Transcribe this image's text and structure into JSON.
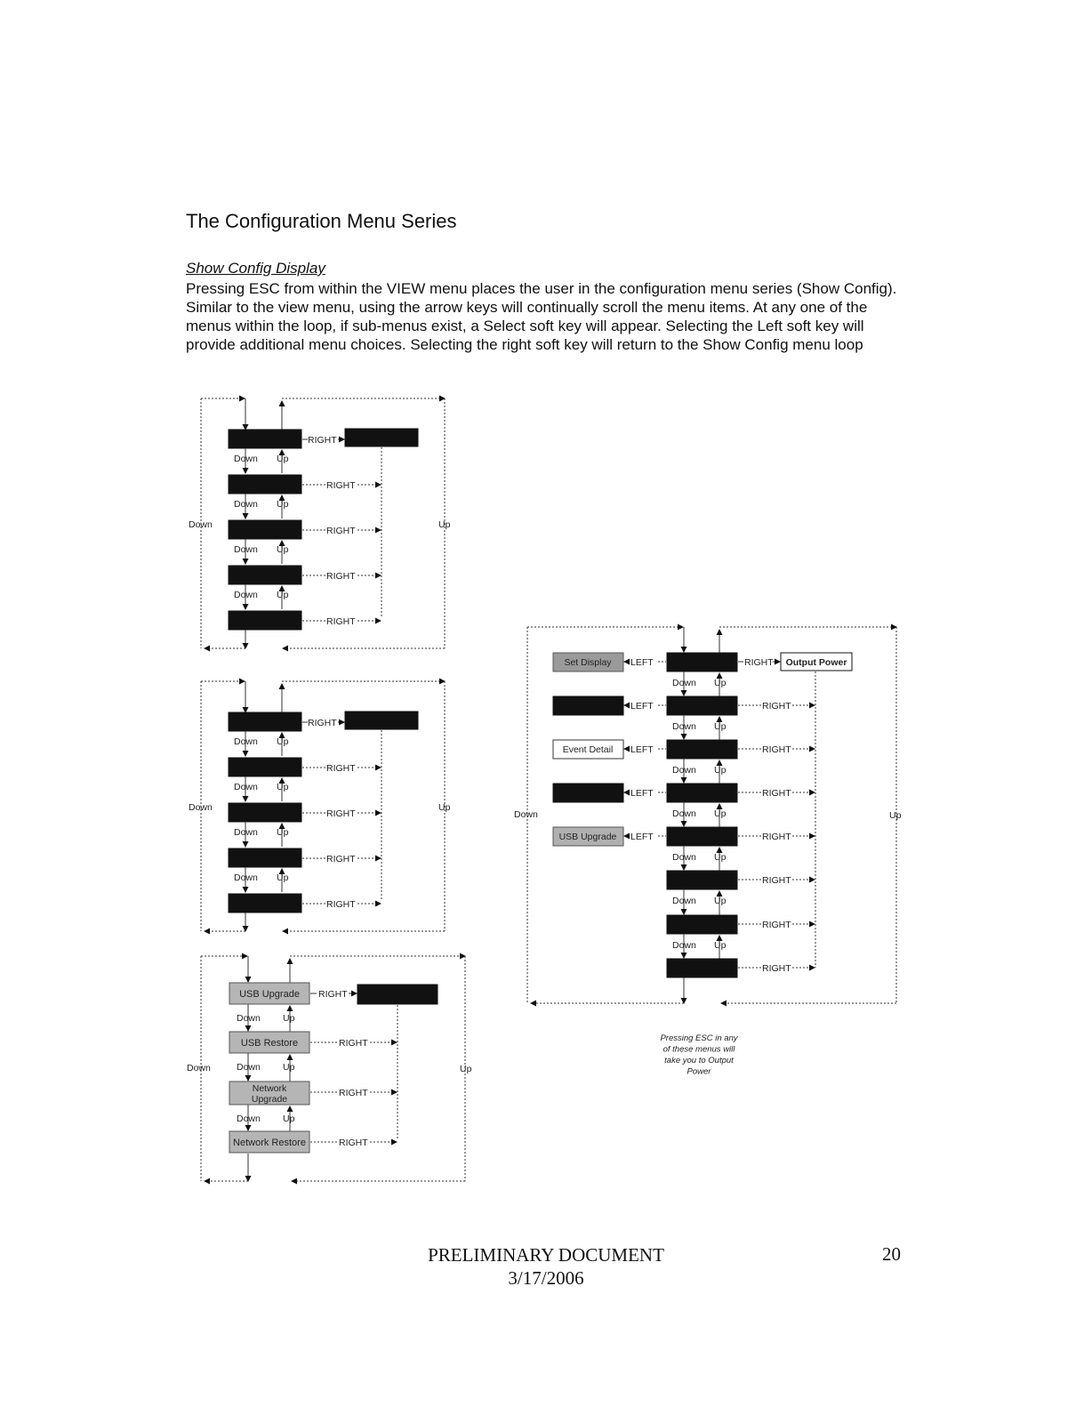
{
  "heading": "The Configuration Menu Series",
  "section": {
    "title": "Show Config Display",
    "body": " Pressing ESC from within the VIEW menu places the user in the configuration menu series (Show Config). Similar to the view menu, using the arrow keys will continually scroll the menu items.  At any one of the menus within the loop, if sub-menus exist, a Select soft key will appear. Selecting the Left soft key will provide additional menu choices. Selecting the right soft key will return to the Show Config menu loop"
  },
  "diagram_labels": {
    "down": "Down",
    "up": "Up",
    "right": "RIGHT",
    "left": "LEFT"
  },
  "loop3_boxes": [
    "USB Upgrade",
    "USB Restore",
    "Network Upgrade",
    "Network Restore"
  ],
  "loop4": {
    "right_target": "Output Power",
    "left_boxes": [
      "Set Display",
      "",
      "Event Detail",
      "",
      "USB Upgrade"
    ],
    "note": "Pressing ESC in any of these menus will take you to Output Power"
  },
  "footer": {
    "line1": "PRELIMINARY DOCUMENT",
    "line2": "3/17/2006",
    "page": "20"
  }
}
